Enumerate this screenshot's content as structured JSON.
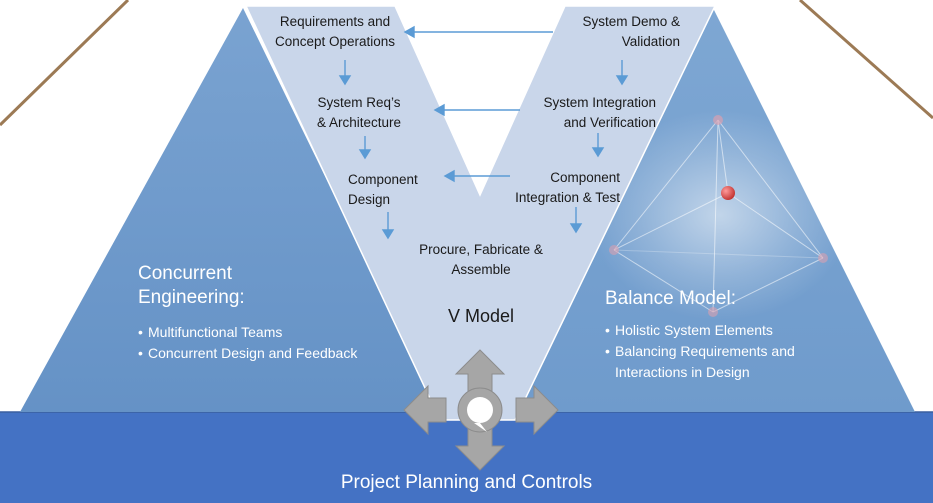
{
  "v_model": {
    "title": "V Model",
    "left_steps": [
      {
        "line1": "Requirements and",
        "line2": "Concept Operations"
      },
      {
        "line1": "System Req’s",
        "line2": "& Architecture"
      },
      {
        "line1": "Component",
        "line2": "Design"
      }
    ],
    "right_steps": [
      {
        "line1": "System Demo &",
        "line2": "Validation"
      },
      {
        "line1": "System Integration",
        "line2": "and Verification"
      },
      {
        "line1": "Component",
        "line2": "Integration & Test"
      }
    ],
    "bottom_step": {
      "line1": "Procure, Fabricate &",
      "line2": "Assemble"
    }
  },
  "concurrent": {
    "title_line1": "Concurrent",
    "title_line2": "Engineering:",
    "bullets": [
      "Multifunctional Teams",
      "Concurrent Design and Feedback"
    ]
  },
  "balance": {
    "title": "Balance Model:",
    "bullets": [
      "Holistic System Elements",
      "Balancing Requirements and Interactions in Design"
    ]
  },
  "base": {
    "title": "Project Planning and Controls"
  },
  "colors": {
    "left_pyramid": "#6b9acb",
    "right_pyramid": "#6b9acb",
    "v_fill": "#c9d6ea",
    "base_band": "#4472c4",
    "arrow": "#5b9bd5",
    "compass": "#a6a6a6"
  }
}
